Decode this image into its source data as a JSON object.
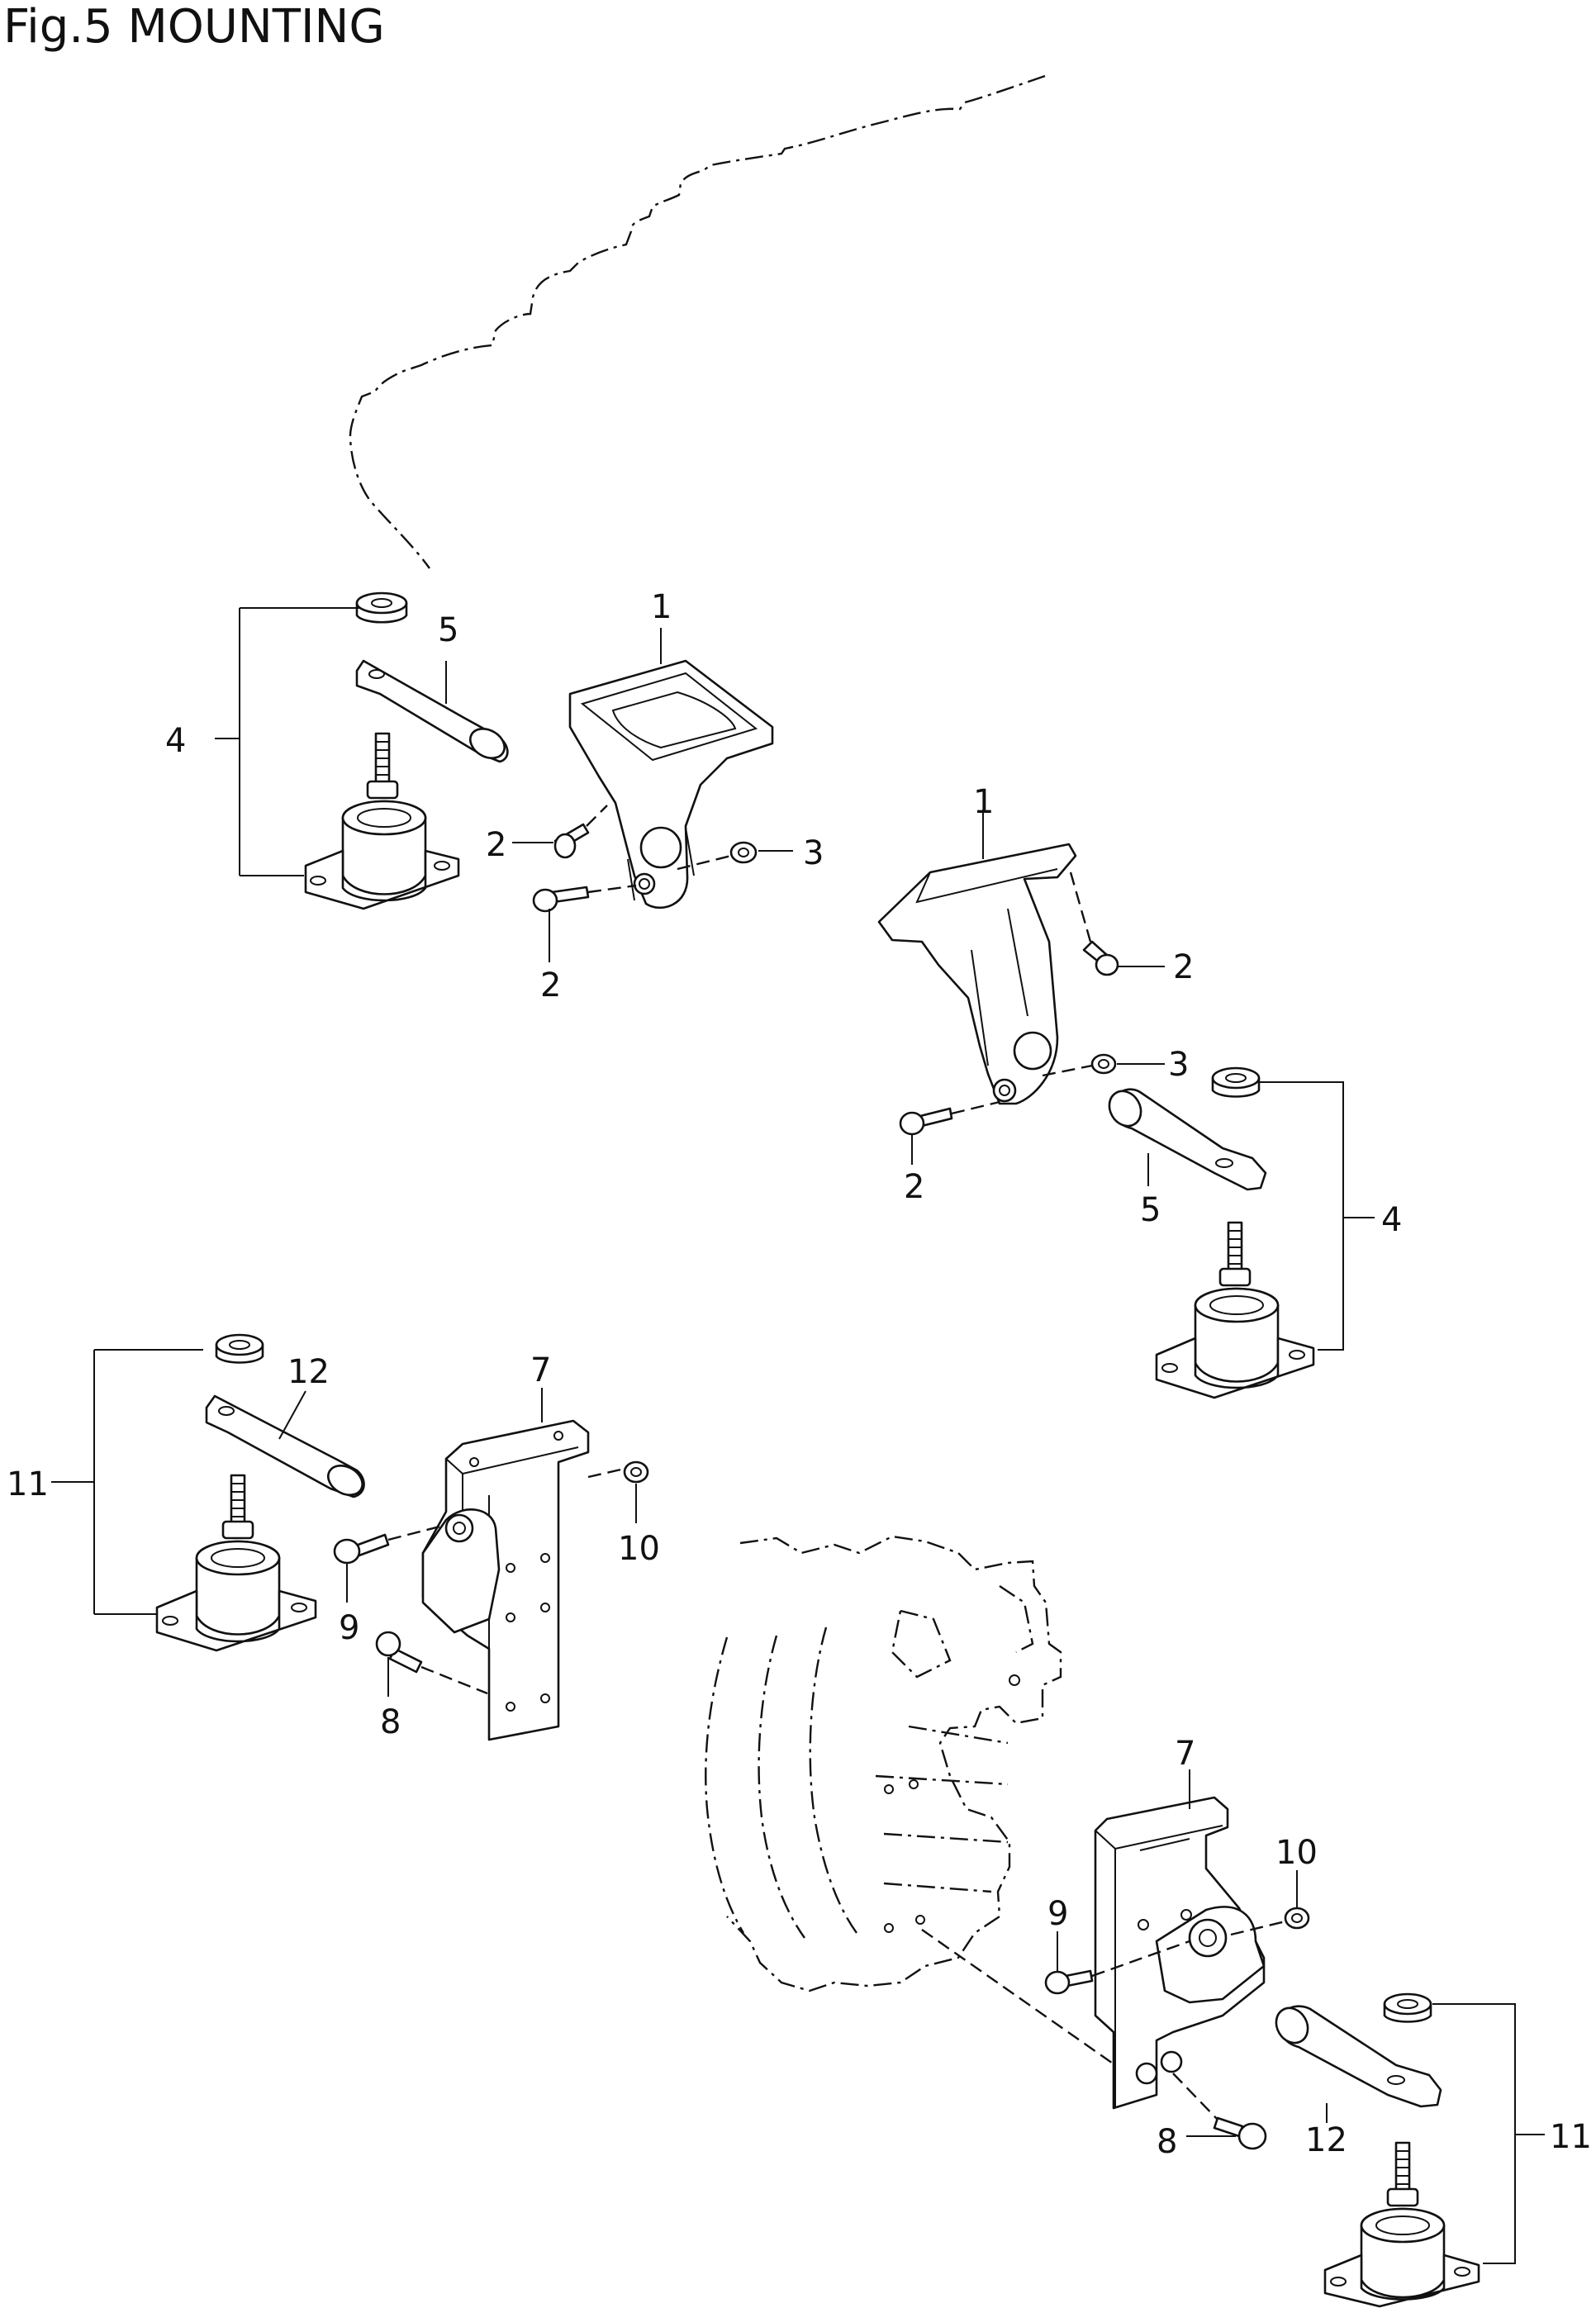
{
  "title": "Fig.5 MOUNTING",
  "callouts": [
    {
      "label": "1"
    },
    {
      "label": "5"
    },
    {
      "label": "4"
    },
    {
      "label": "2"
    },
    {
      "label": "3"
    },
    {
      "label": "2"
    },
    {
      "label": "1"
    },
    {
      "label": "2"
    },
    {
      "label": "3"
    },
    {
      "label": "2"
    },
    {
      "label": "5"
    },
    {
      "label": "4"
    },
    {
      "label": "12"
    },
    {
      "label": "7"
    },
    {
      "label": "11"
    },
    {
      "label": "10"
    },
    {
      "label": "9"
    },
    {
      "label": "8"
    },
    {
      "label": "7"
    },
    {
      "label": "10"
    },
    {
      "label": "9"
    },
    {
      "label": "12"
    },
    {
      "label": "11"
    },
    {
      "label": "8"
    }
  ]
}
